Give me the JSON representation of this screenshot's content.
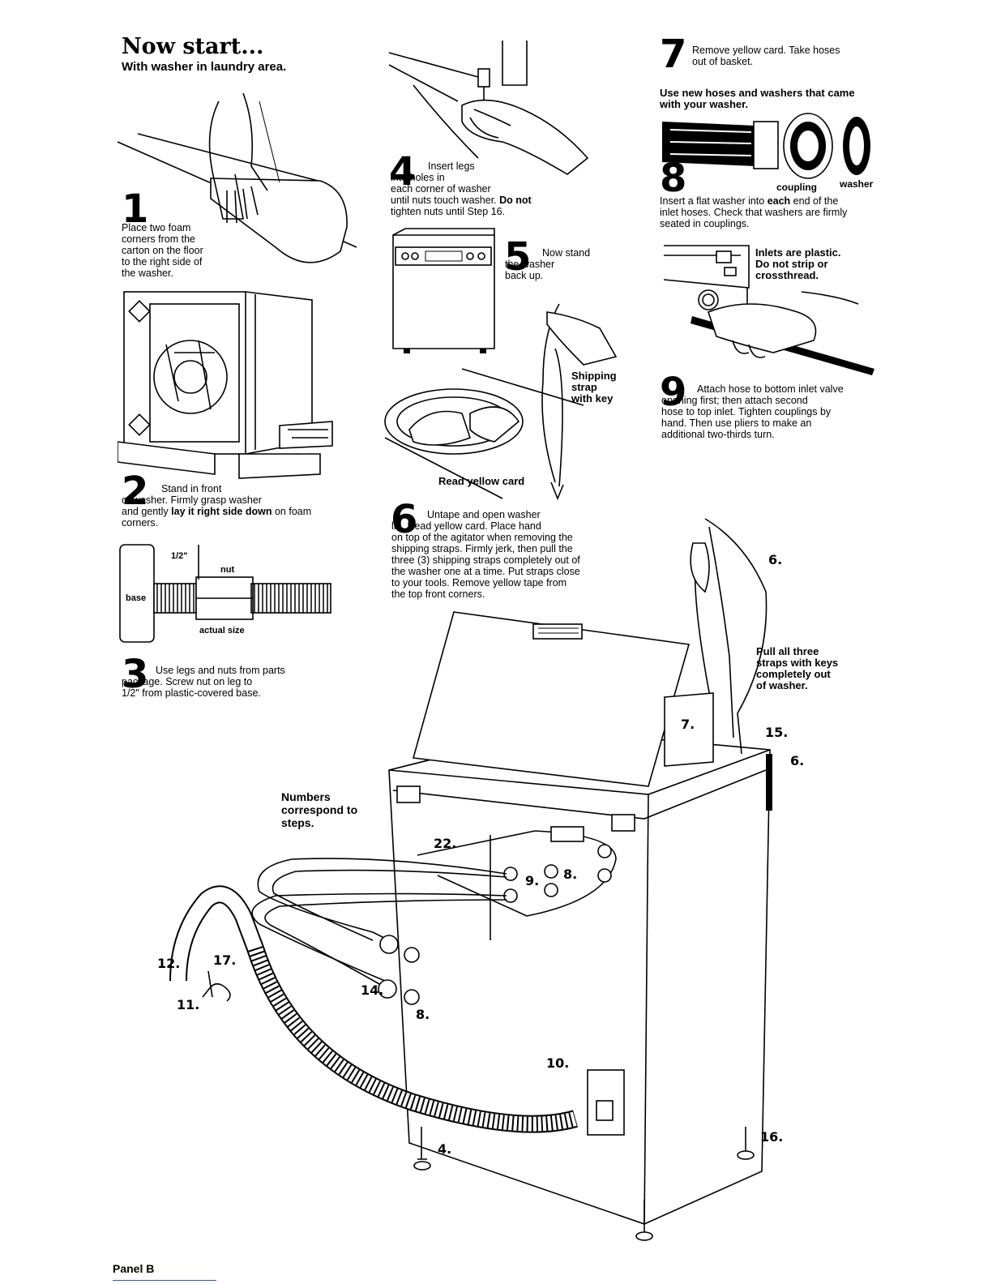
{
  "header": {
    "title": "Now start...",
    "subtitle": "With washer in laundry area."
  },
  "steps": {
    "s1": {
      "num": "1",
      "text": "Place two foam\ncorners from the\ncarton on the floor\nto the right side of\nthe washer."
    },
    "s2": {
      "num": "2",
      "text_a": "Stand in front\nof washer. Firmly grasp washer\nand gently ",
      "text_bold": "lay it right side down",
      "text_b": " on foam\ncorners."
    },
    "s3": {
      "num": "3",
      "text": "Use legs and nuts from parts\npackage. Screw nut on leg to\n1/2\" from plastic-covered base."
    },
    "s4": {
      "num": "4",
      "text_a": "Insert legs\ninto holes in\neach corner of washer\nuntil nuts touch washer. ",
      "text_bold": "Do not",
      "text_b": "\ntighten nuts until Step 16."
    },
    "s5": {
      "num": "5",
      "text": "Now stand\nthe washer\nback up."
    },
    "s6": {
      "num": "6",
      "text": "Untape and open washer\nlid. Read yellow card. Place hand\non top of the agitator when removing the\nshipping straps. Firmly jerk, then pull the\nthree (3) shipping straps completely out of\nthe washer one at a time. Put straps close\nto your tools. Remove yellow tape from\nthe top front corners."
    },
    "s7": {
      "num": "7",
      "text": "Remove yellow card. Take hoses\nout of basket.",
      "note": "Use new hoses and washers that came\nwith your washer."
    },
    "s8": {
      "num": "8",
      "text_a": "Insert a flat washer into ",
      "text_bold": "each",
      "text_b": " end of the\ninlet hoses. Check that washers are firmly\nseated in couplings."
    },
    "s9": {
      "num": "9",
      "text": "Attach hose to bottom inlet valve\nopening first; then attach second\nhose to top inlet. Tighten couplings by\nhand. Then use pliers to make an\nadditional two-thirds turn."
    }
  },
  "labels": {
    "shipping_strap": "Shipping\nstrap\nwith key",
    "read_yellow_card": "Read yellow card",
    "inlets_warning": "Inlets are plastic.\nDo not strip or\ncrossthread.",
    "coupling": "coupling",
    "washer": "washer",
    "half_inch": "1/2\"",
    "nut": "nut",
    "base": "base",
    "actual_size": "actual size",
    "numbers_correspond": "Numbers\ncorrespond to\nsteps.",
    "pull_straps": "Pull all three\nstraps with keys\ncompletely out\nof washer."
  },
  "callouts": {
    "c6a": "6.",
    "c6b": "6.",
    "c7": "7.",
    "c15": "15.",
    "c22": "22.",
    "c9": "9.",
    "c8a": "8.",
    "c8b": "8.",
    "c12": "12.",
    "c17": "17.",
    "c11": "11.",
    "c14": "14.",
    "c10": "10.",
    "c4": "4.",
    "c16": "16."
  },
  "footer": {
    "panel": "Panel B"
  }
}
